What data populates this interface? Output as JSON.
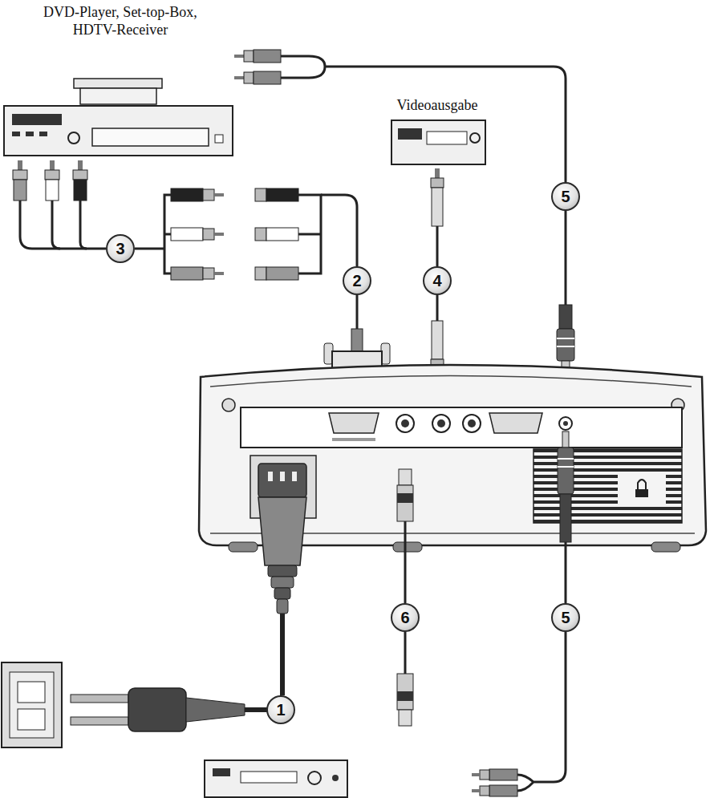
{
  "diagram": {
    "nodes": [
      {
        "text": [
          "DVD-Player, Set-top-Box, HDTV-Receiver"
        ]
      },
      {
        "text": [
          "Videoausgabe"
        ]
      }
    ],
    "labels": [
      "5",
      "3",
      "2",
      "4",
      "6",
      "5",
      "1"
    ]
  }
}
